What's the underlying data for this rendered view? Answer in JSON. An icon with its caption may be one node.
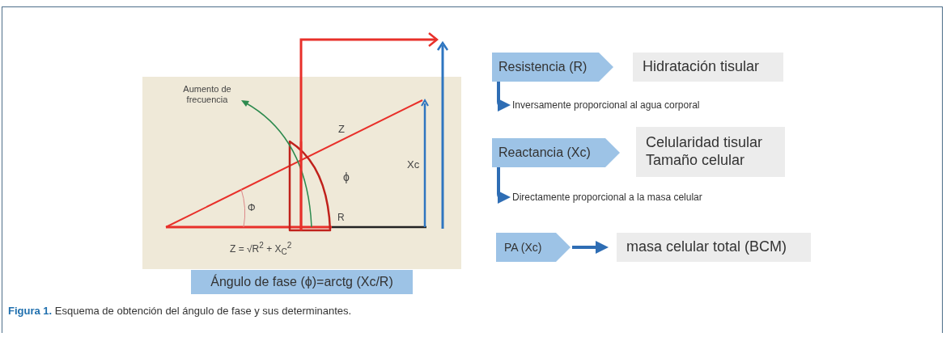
{
  "diagram": {
    "caption": "**Figura 1.** Esquema de obtención del ángulo de fase y sus determinantes.",
    "nodes": [
      {
        "text": [
          "Resistencia (R)"
        ]
      },
      {
        "text": [
          "Hidratación tisular"
        ]
      },
      {
        "text": [
          "Inversamente proporcional al agua corporal"
        ]
      },
      {
        "text": [
          "Reactancia (Xc)"
        ]
      },
      {
        "text": [
          "Celularidad tisular",
          "Tamaño celular"
        ]
      },
      {
        "text": [
          "Directamente proporcional a la masa celular"
        ]
      },
      {
        "text": [
          "PA (Xc)"
        ]
      },
      {
        "text": [
          "masa celular total (BCM)"
        ]
      },
      {
        "text": [
          "Ángulo de fase (ϕ)=arctg (Xc/R)"
        ]
      }
    ],
    "edges": [
      {
        "from": 0,
        "to": 2,
        "arrow": "to"
      },
      {
        "from": 3,
        "to": 5,
        "arrow": "to"
      },
      {
        "from": 6,
        "to": 7,
        "arrow": "to"
      }
    ],
    "labels": [
      "Aumento de frecuencia",
      "Z",
      "ϕ",
      "Xc",
      "Φ",
      "R",
      "Z = √R$^{2}$ + X$_{C}$$^{2}$"
    ]
  }
}
